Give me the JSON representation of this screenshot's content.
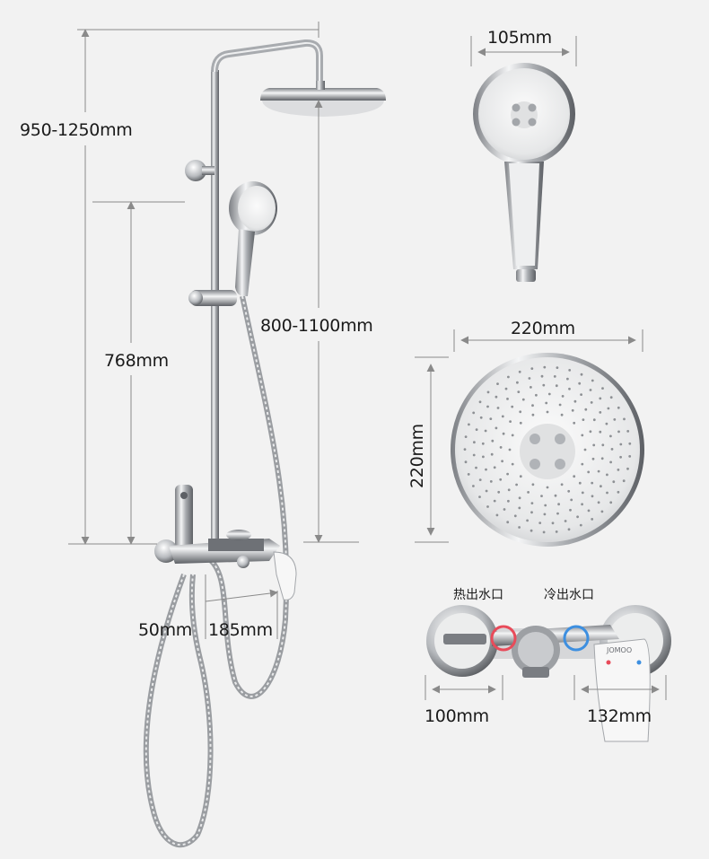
{
  "dimensions": {
    "total_height": "950-1250mm",
    "slide_bar": "768mm",
    "arm_height": "800-1100mm",
    "handheld_width": "105mm",
    "overhead_width": "220mm",
    "overhead_height": "220mm",
    "spout_left": "50mm",
    "spout_right": "185mm",
    "mixer_left": "100mm",
    "mixer_right": "132mm"
  },
  "labels": {
    "hot_outlet": "热出水口",
    "cold_outlet": "冷出水口",
    "brand": "JOMOO"
  },
  "colors": {
    "background": "#f2f2f2",
    "dimension_line": "#8a8a8a",
    "chrome": "#c7c9cc",
    "hot": "#e84b5a",
    "cold": "#3d8fe0"
  },
  "icons": [
    "overhead-shower-icon",
    "handheld-shower-icon",
    "mixer-valve-icon",
    "hose-icon"
  ]
}
